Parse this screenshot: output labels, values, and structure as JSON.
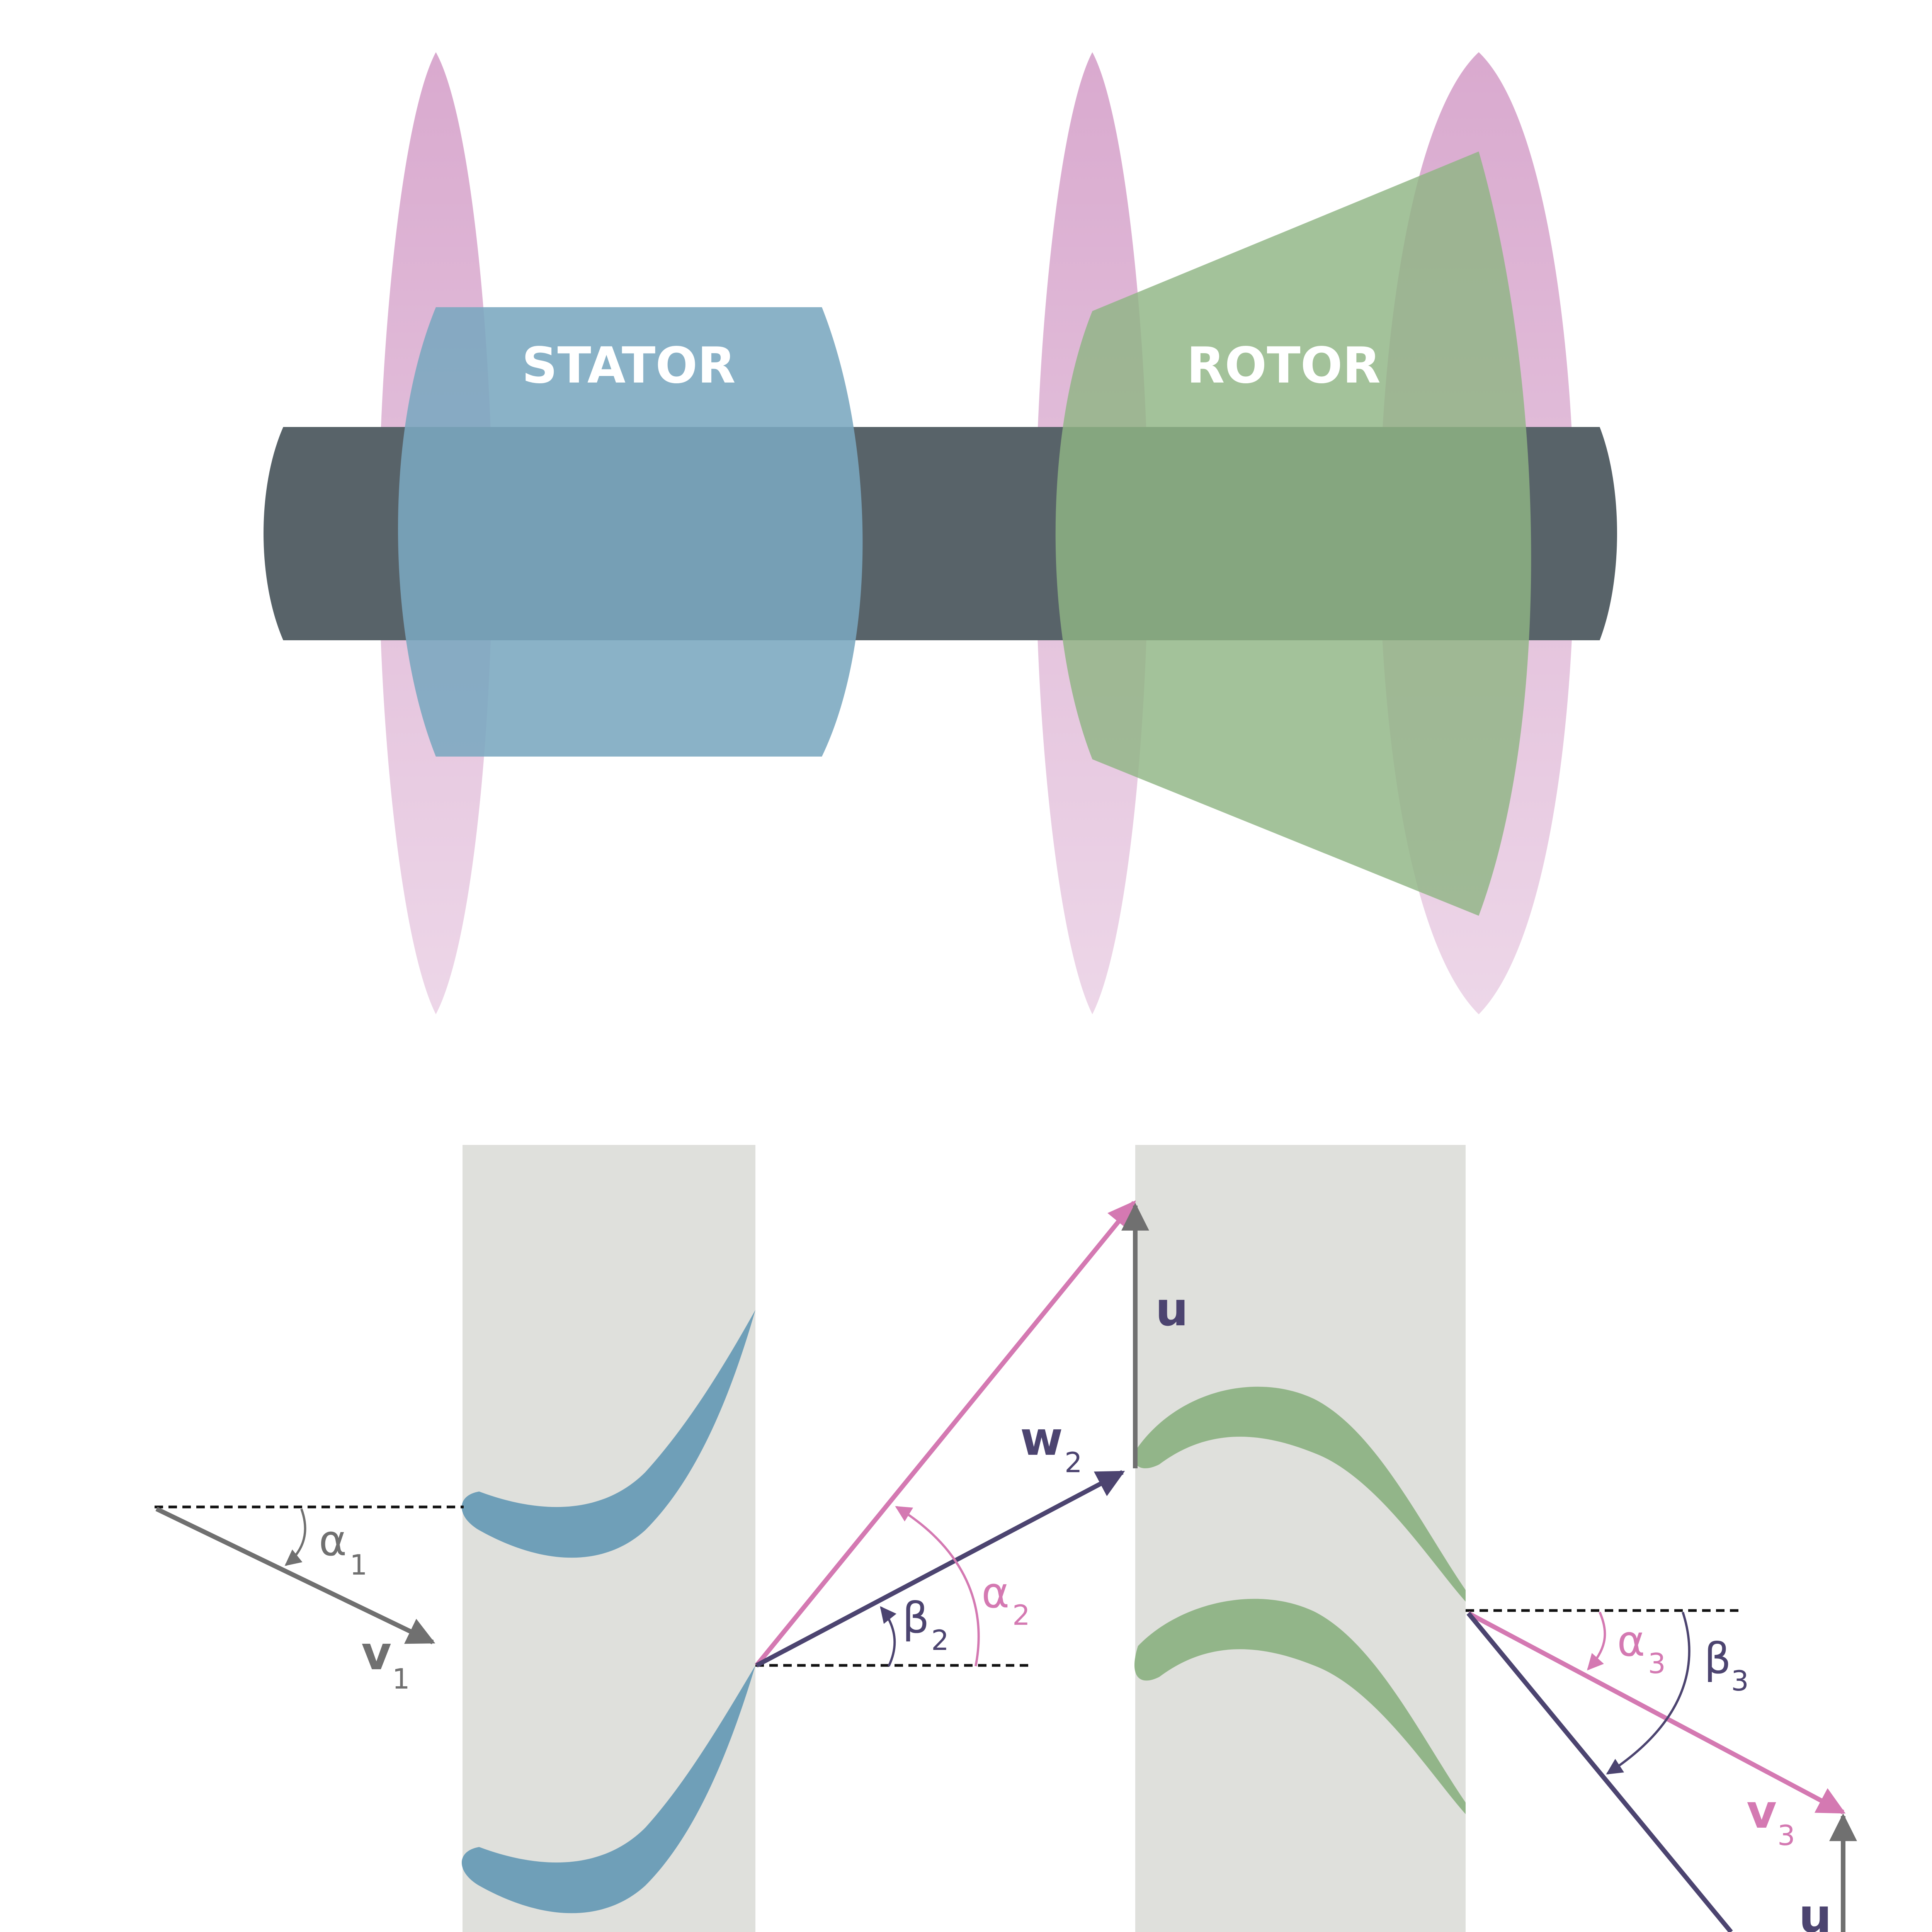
{
  "turbine_stage": {
    "stator_label": "STATOR",
    "rotor_label": "ROTOR"
  },
  "velocity_labels": {
    "v": "v",
    "w": "w",
    "u": "u",
    "alpha": "α",
    "beta": "β",
    "sub_1": "1",
    "sub_2": "2",
    "sub_3": "3"
  },
  "colors": {
    "shaft": "#586369",
    "stator": "#7aa7bf",
    "rotor": "#8fb584",
    "disc": "#d7a5cc",
    "blade_row_bg": "#dfe0dc",
    "stator_blade": "#6f9fb8",
    "rotor_blade": "#92b589",
    "vector_grey": "#707070",
    "vector_navy": "#4c4470",
    "vector_pink": "#d479b2"
  }
}
